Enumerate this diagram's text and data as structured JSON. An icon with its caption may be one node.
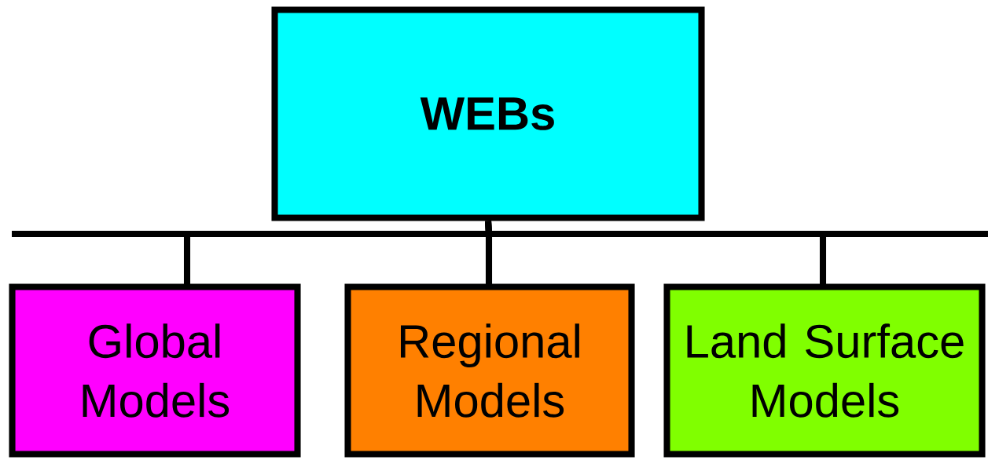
{
  "diagram": {
    "nodes": [
      {
        "text": [
          "WEBs"
        ]
      },
      {
        "text": [
          "Global Models"
        ]
      },
      {
        "text": [
          "Regional Models"
        ]
      },
      {
        "text": [
          "Land Surface Models"
        ]
      }
    ],
    "edges": [
      {
        "from": 0,
        "to": 1,
        "arrow": "none"
      },
      {
        "from": 0,
        "to": 2,
        "arrow": "none"
      },
      {
        "from": 0,
        "to": 3,
        "arrow": "none"
      }
    ]
  }
}
